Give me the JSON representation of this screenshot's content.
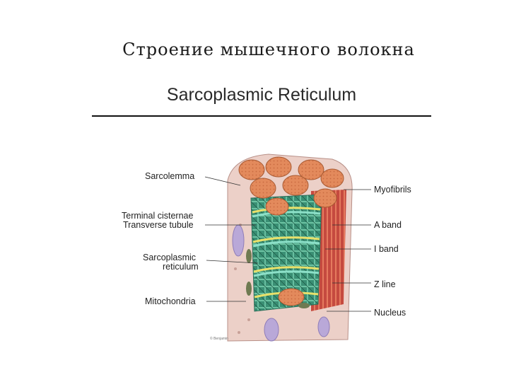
{
  "slide": {
    "title": "Строение мышечного волокна"
  },
  "figure": {
    "title": "Sarcoplasmic Reticulum",
    "credit": "© Benjamin",
    "labels_left": [
      "Sarcolemma",
      "Terminal cisternae",
      "Transverse tubule",
      "Sarcoplasmic",
      "reticulum",
      "Mitochondria"
    ],
    "labels_right": [
      "Myofibrils",
      "A band",
      "I band",
      "Z line",
      "Nucleus"
    ]
  },
  "colors": {
    "myofibril": "#e0875a",
    "sarcolemma": "#e8c8c0",
    "reticulum": "#4fa58a",
    "muscle_red": "#c0443c",
    "nucleus": "#b9a8d8"
  }
}
